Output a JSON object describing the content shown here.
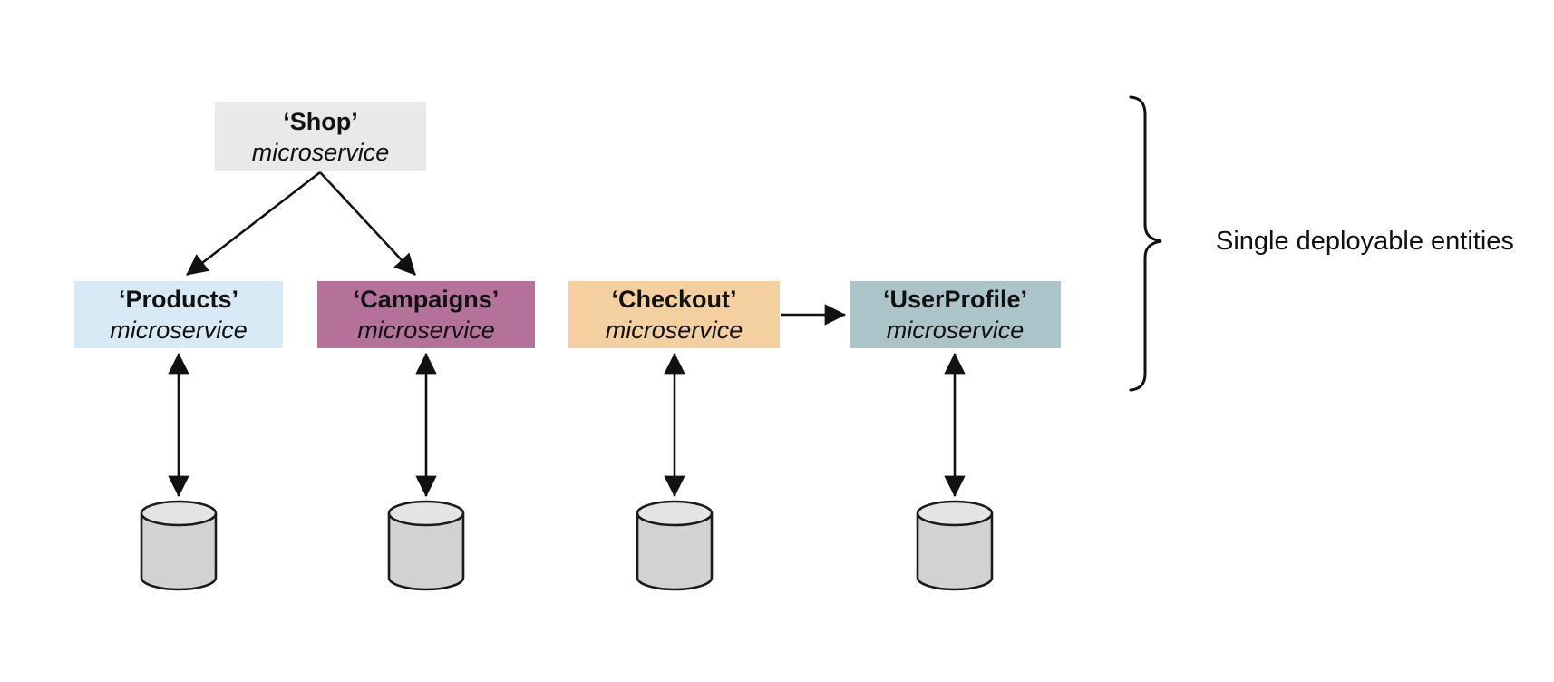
{
  "diagram": {
    "shop": {
      "name": "‘Shop’",
      "type": "microservice",
      "fill": "#e9e9e9"
    },
    "services": [
      {
        "name": "‘Products’",
        "type": "microservice",
        "fill": "#d9eaf7"
      },
      {
        "name": "‘Campaigns’",
        "type": "microservice",
        "fill": "#b4719a"
      },
      {
        "name": "‘Checkout’",
        "type": "microservice",
        "fill": "#f4d0a0"
      },
      {
        "name": "‘UserProfile’",
        "type": "microservice",
        "fill": "#abc4ca"
      }
    ],
    "annotation": {
      "label": "Single deployable entities"
    },
    "colors": {
      "arrow": "#111111",
      "brace": "#111111",
      "db_body": "#d2d2d2",
      "db_top": "#e4e4e4",
      "db_stroke": "#1a1a1a"
    }
  }
}
